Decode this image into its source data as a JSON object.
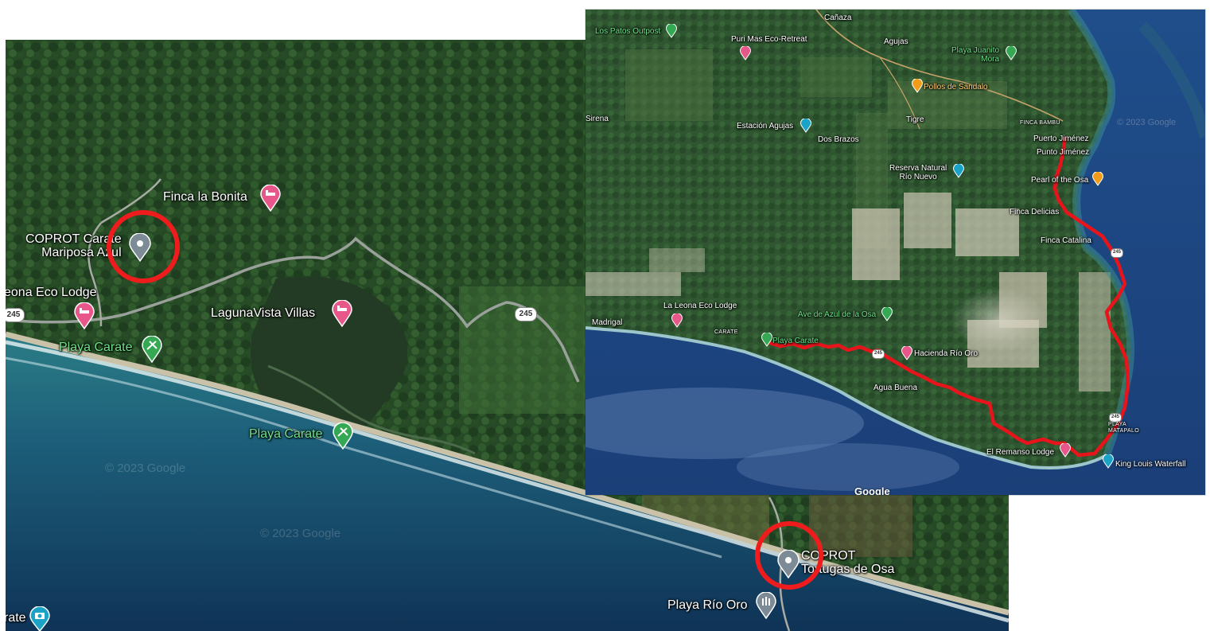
{
  "left_map": {
    "labels": {
      "finca_la_bonita": "Finca la Bonita",
      "coprot_carate_line1": "COPROT Carate",
      "coprot_carate_line2": "Mariposa Azul",
      "leona_eco_lodge": "eona Eco Lodge",
      "laguna_vista_villas": "LagunaVista Villas",
      "playa_carate_1": "Playa Carate",
      "playa_carate_2": "Playa Carate",
      "coprot_tortugas_line1": "COPROT",
      "coprot_tortugas_line2": "Tortugas de Osa",
      "playa_rio_oro": "Playa Río Oro",
      "carate_edge": "rate",
      "road_245_left": "245",
      "road_245_right": "245",
      "watermark_1": "© 2023 Google",
      "watermark_2": "© 2023 Google"
    }
  },
  "right_map": {
    "labels": {
      "canaza": "Cañaza",
      "los_patos_outpost": "Los Patos Outpost",
      "puri_mas": "Puri Mas Eco-Retreat",
      "agujas": "Agujas",
      "playa_juanito_mora_1": "Playa Juanito",
      "playa_juanito_mora_2": "Mora",
      "pollos_de_sandalo": "Pollos de Sandalo",
      "sirena": "Sirena",
      "estacion_agujas": "Estación Agujas",
      "tigre": "Tigre",
      "finca_bambu": "FINCA BAMBU",
      "puerto_jimenez": "Puerto Jiménez",
      "punto_jimenez": "Punto Jiménez",
      "dos_brazos": "Dos Brazos",
      "reserva_1": "Reserva Natural",
      "reserva_2": "Río Nuevo",
      "pearl_of_the_osa": "Pearl of the Osa",
      "finca_delicias": "Finca Delicias",
      "finca_catalina": "Finca Catalina",
      "la_leona_eco_lodge": "La Leona Eco Lodge",
      "madrigal": "Madrigal",
      "carate": "CARATE",
      "playa_carate": "Playa Carate",
      "ave_de_azul": "Ave de Azul de la Osa",
      "hacienda_rio_oro": "Hacienda Río Oro",
      "agua_buena": "Agua Buena",
      "playa_matapalo_1": "PLAYA",
      "playa_matapalo_2": "MATAPALO",
      "el_remanso": "El Remanso Lodge",
      "king_louis": "King Louis Waterfall",
      "google_logo": "Google",
      "watermark": "© 2023 Google",
      "road_245_a": "245",
      "road_245_b": "245",
      "road_245_c": "245"
    }
  },
  "colors": {
    "highlight_circle": "#ee1c1c",
    "route_line": "#e8141c",
    "lodging_pin": "#e8578a",
    "park_pin": "#34a853",
    "food_pin": "#f29c1c",
    "attraction_pin": "#1aa3c7",
    "marker_pin": "#7d8b96"
  },
  "icons": [
    "bed-icon",
    "hiking-icon",
    "fork-knife-icon",
    "camera-icon",
    "map-pin-icon",
    "tree-icon",
    "beach-icon",
    "chapel-icon"
  ]
}
